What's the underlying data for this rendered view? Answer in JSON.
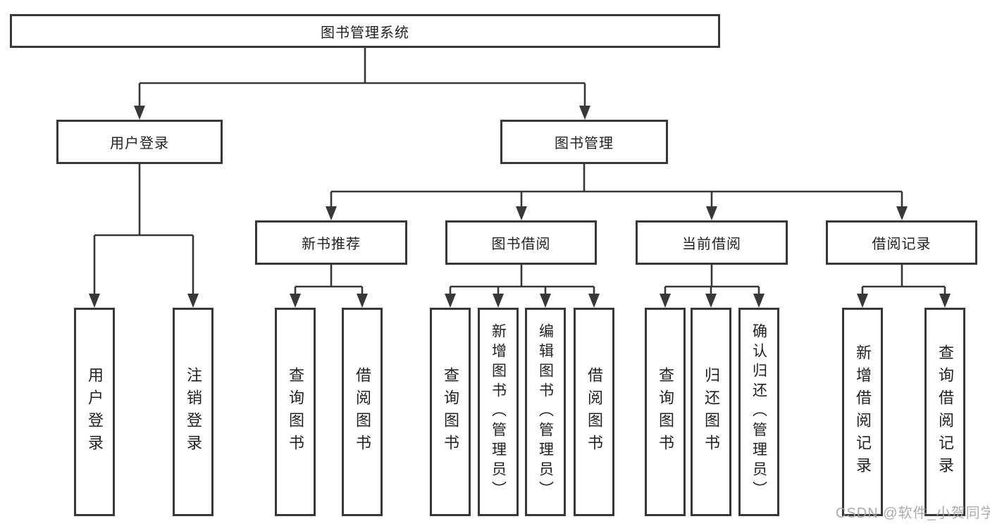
{
  "nodes": {
    "root": "图书管理系统",
    "user_login": "用户登录",
    "book_management": "图书管理",
    "new_book_recommend": "新书推荐",
    "book_borrow": "图书借阅",
    "current_borrow": "当前借阅",
    "borrow_records": "借阅记录"
  },
  "leaves": {
    "user_login": [
      "用户登录",
      "注销登录"
    ],
    "new_book_recommend": [
      "查询图书",
      "借阅图书"
    ],
    "book_borrow": [
      "查询图书",
      "新增图书（管理员）",
      "编辑图书（管理员）",
      "借阅图书"
    ],
    "current_borrow": [
      "查询图书",
      "归还图书",
      "确认归还（管理员）"
    ],
    "borrow_records": [
      "新增借阅记录",
      "查询借阅记录"
    ]
  },
  "watermark": "CSDN @软件_小贺同学",
  "colors": {
    "line": "#383838",
    "box_background": "#ffffff",
    "text": "#222222",
    "watermark": "#a8a3a3"
  }
}
